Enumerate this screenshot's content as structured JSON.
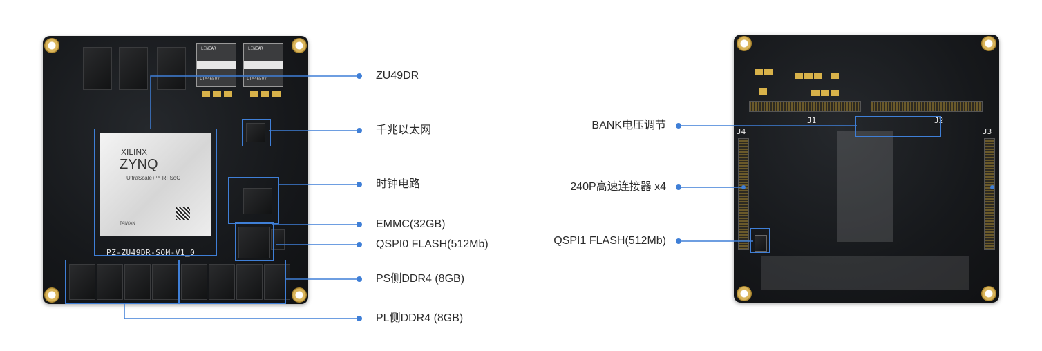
{
  "left_board": {
    "fpga_brand": "XILINX",
    "fpga_family": "ZYNQ",
    "fpga_subtitle": "UltraScale+™ RFSoC",
    "fpga_origin": "TAIWAN",
    "module_brand": "LINEAR",
    "module_name": "LTM4650Y",
    "board_silk": "PZ-ZU49DR-SOM-V1_0"
  },
  "right_board": {
    "j1": "J1",
    "j2": "J2",
    "j3": "J3",
    "j4": "J4"
  },
  "left_labels": [
    "ZU49DR",
    "千兆以太网",
    "时钟电路",
    "EMMC(32GB)",
    "QSPI0 FLASH(512Mb)",
    "PS侧DDR4 (8GB)",
    "PL侧DDR4 (8GB)"
  ],
  "right_labels": [
    "BANK电压调节",
    "240P高速连接器 x4",
    "QSPI1 FLASH(512Mb)"
  ],
  "colors": {
    "line": "#3f7fd7",
    "board": "#16181b",
    "gold": "#d8b24a"
  }
}
